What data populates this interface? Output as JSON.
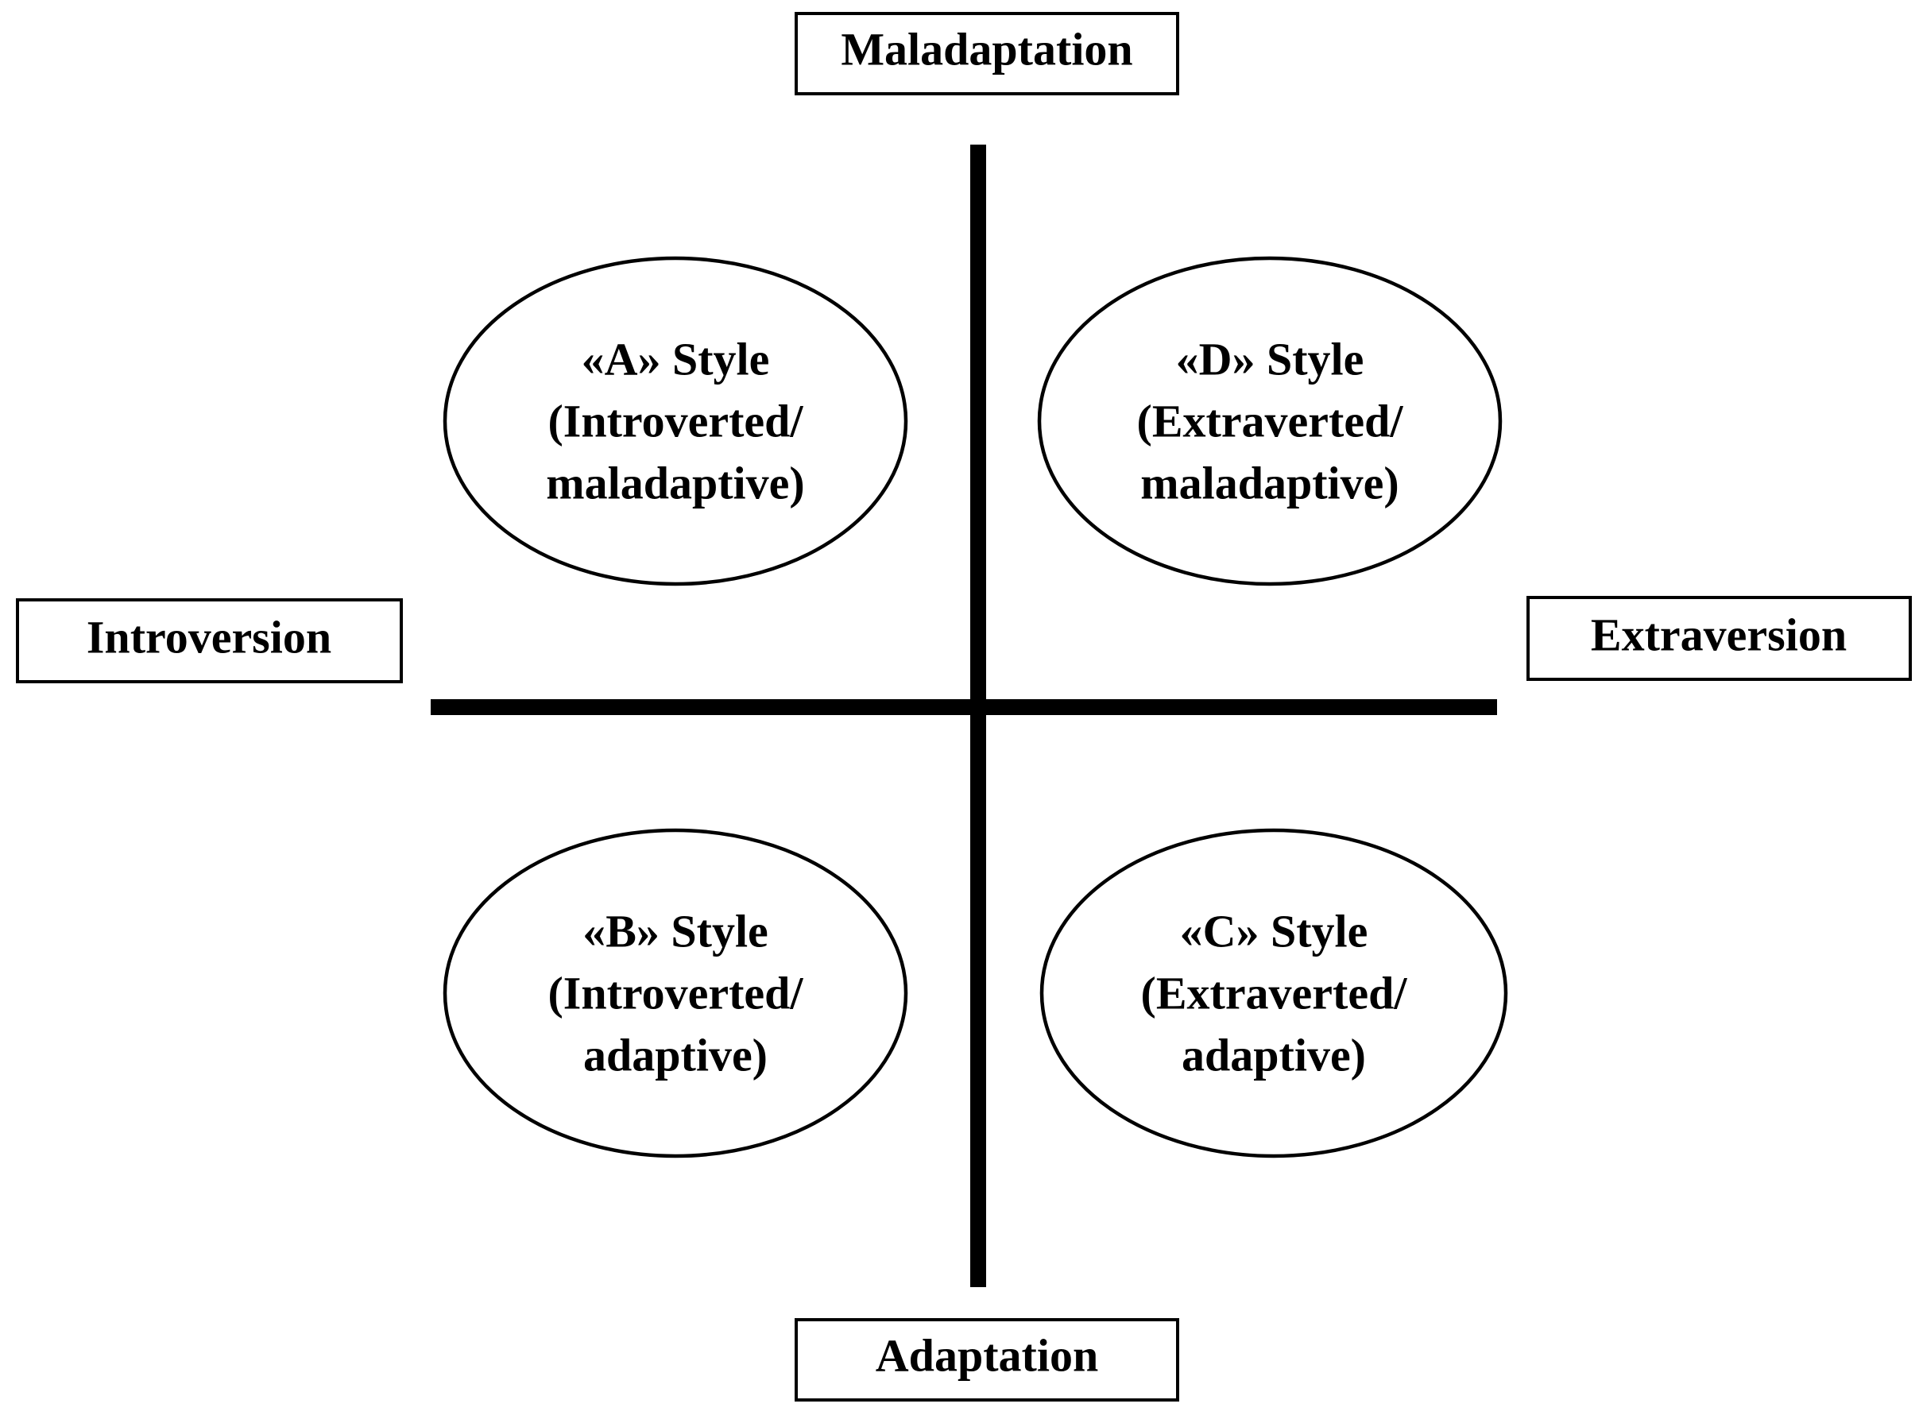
{
  "axes": {
    "top": "Maladaptation",
    "bottom": "Adaptation",
    "left": "Introversion",
    "right": "Extraversion"
  },
  "quadrants": {
    "top_left": {
      "title": "«A» Style",
      "line2": "(Introverted/",
      "line3": "maladaptive)"
    },
    "top_right": {
      "title": "«D» Style",
      "line2": "(Extraverted/",
      "line3": "maladaptive)"
    },
    "bottom_left": {
      "title": "«B» Style",
      "line2": "(Introverted/",
      "line3": "adaptive)"
    },
    "bottom_right": {
      "title": "«C» Style",
      "line2": "(Extraverted/",
      "line3": "adaptive)"
    }
  }
}
